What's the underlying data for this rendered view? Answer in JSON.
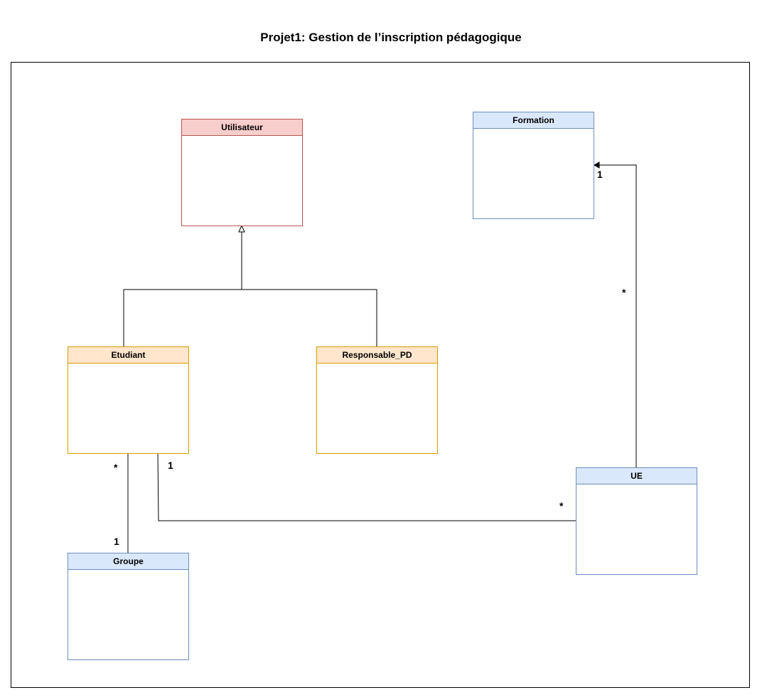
{
  "diagram": {
    "title": "Projet1: Gestion de l’inscription pédagogique",
    "classes": {
      "utilisateur": "Utilisateur",
      "formation": "Formation",
      "etudiant": "Etudiant",
      "responsable_pd": "Responsable_PD",
      "ue": "UE",
      "groupe": "Groupe"
    },
    "multiplicities": {
      "formation_end": "1",
      "ue_to_formation": "*",
      "etudiant_to_groupe": "*",
      "etudiant_to_ue": "1",
      "ue_from_etudiant": "*",
      "groupe_end": "1"
    },
    "colors": {
      "utilisateur_fill": "#f8cecc",
      "utilisateur_stroke": "#b85450",
      "subclass_fill": "#ffe6cc",
      "subclass_stroke": "#d79b00",
      "entity_fill": "#dae8fc",
      "entity_stroke": "#6c8ebf"
    }
  }
}
